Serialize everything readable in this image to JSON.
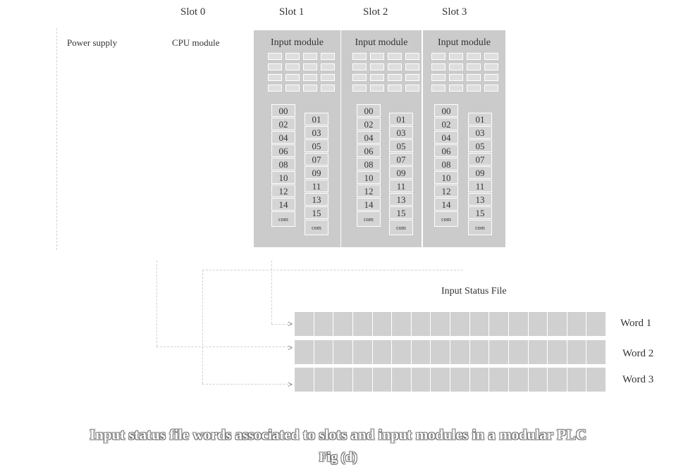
{
  "slots": [
    "Slot 0",
    "Slot 1",
    "Slot 2",
    "Slot 3"
  ],
  "power_supply_label": "Power supply",
  "cpu_label": "CPU module",
  "module_title": "Input module",
  "left_terminals": [
    "00",
    "02",
    "04",
    "06",
    "08",
    "10",
    "12",
    "14",
    "com"
  ],
  "right_terminals": [
    "01",
    "03",
    "05",
    "07",
    "09",
    "11",
    "13",
    "15",
    "com"
  ],
  "status_file_title": "Input Status File",
  "words": [
    "Word 1",
    "Word 2",
    "Word 3"
  ],
  "caption_line1": "Input status file words associated to slots and input modules in a modular PLC",
  "caption_line2": "Fig (d)"
}
